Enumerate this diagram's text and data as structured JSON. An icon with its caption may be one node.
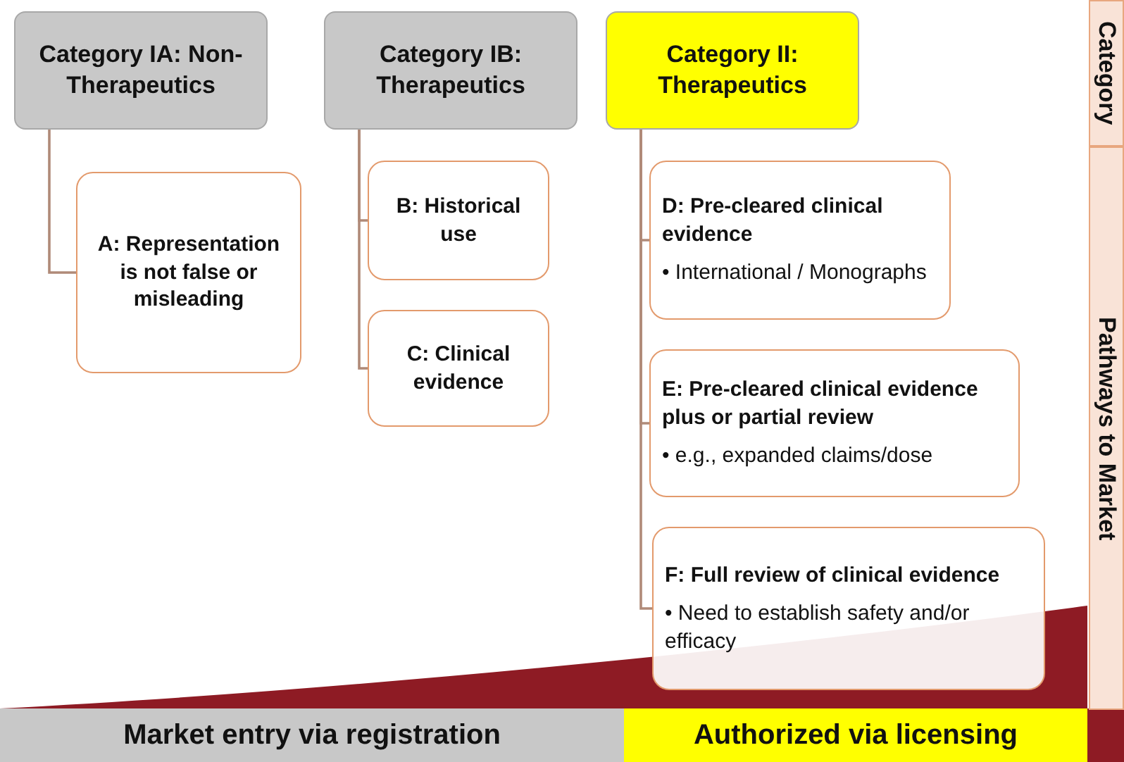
{
  "diagram": {
    "nodes": [
      {
        "text": [
          "Category IA: Non-Therapeutics"
        ]
      },
      {
        "text": [
          "Category IB: Therapeutics"
        ]
      },
      {
        "text": [
          "Category II: Therapeutics"
        ]
      },
      {
        "text": [
          "A: Representation is not false or misleading"
        ]
      },
      {
        "text": [
          "B: Historical use"
        ]
      },
      {
        "text": [
          "C: Clinical evidence"
        ]
      },
      {
        "text": [
          "D: Pre-cleared clinical evidence",
          "• International / Monographs"
        ]
      },
      {
        "text": [
          "E: Pre-cleared clinical evidence plus or partial review",
          "• e.g., expanded claims/dose"
        ]
      },
      {
        "text": [
          "F: Full review of clinical evidence",
          "• Need to establish safety and/or efficacy"
        ]
      },
      {
        "text": [
          "Category"
        ]
      },
      {
        "text": [
          "Pathways to Market"
        ]
      },
      {
        "text": [
          "Market entry via registration"
        ]
      },
      {
        "text": [
          "Authorized via licensing"
        ]
      }
    ],
    "edges": [
      {
        "from": 0,
        "to": 3,
        "arrow": "none"
      },
      {
        "from": 1,
        "to": 4,
        "arrow": "none"
      },
      {
        "from": 1,
        "to": 5,
        "arrow": "none"
      },
      {
        "from": 2,
        "to": 6,
        "arrow": "none"
      },
      {
        "from": 2,
        "to": 7,
        "arrow": "none"
      },
      {
        "from": 2,
        "to": 8,
        "arrow": "none"
      }
    ]
  }
}
